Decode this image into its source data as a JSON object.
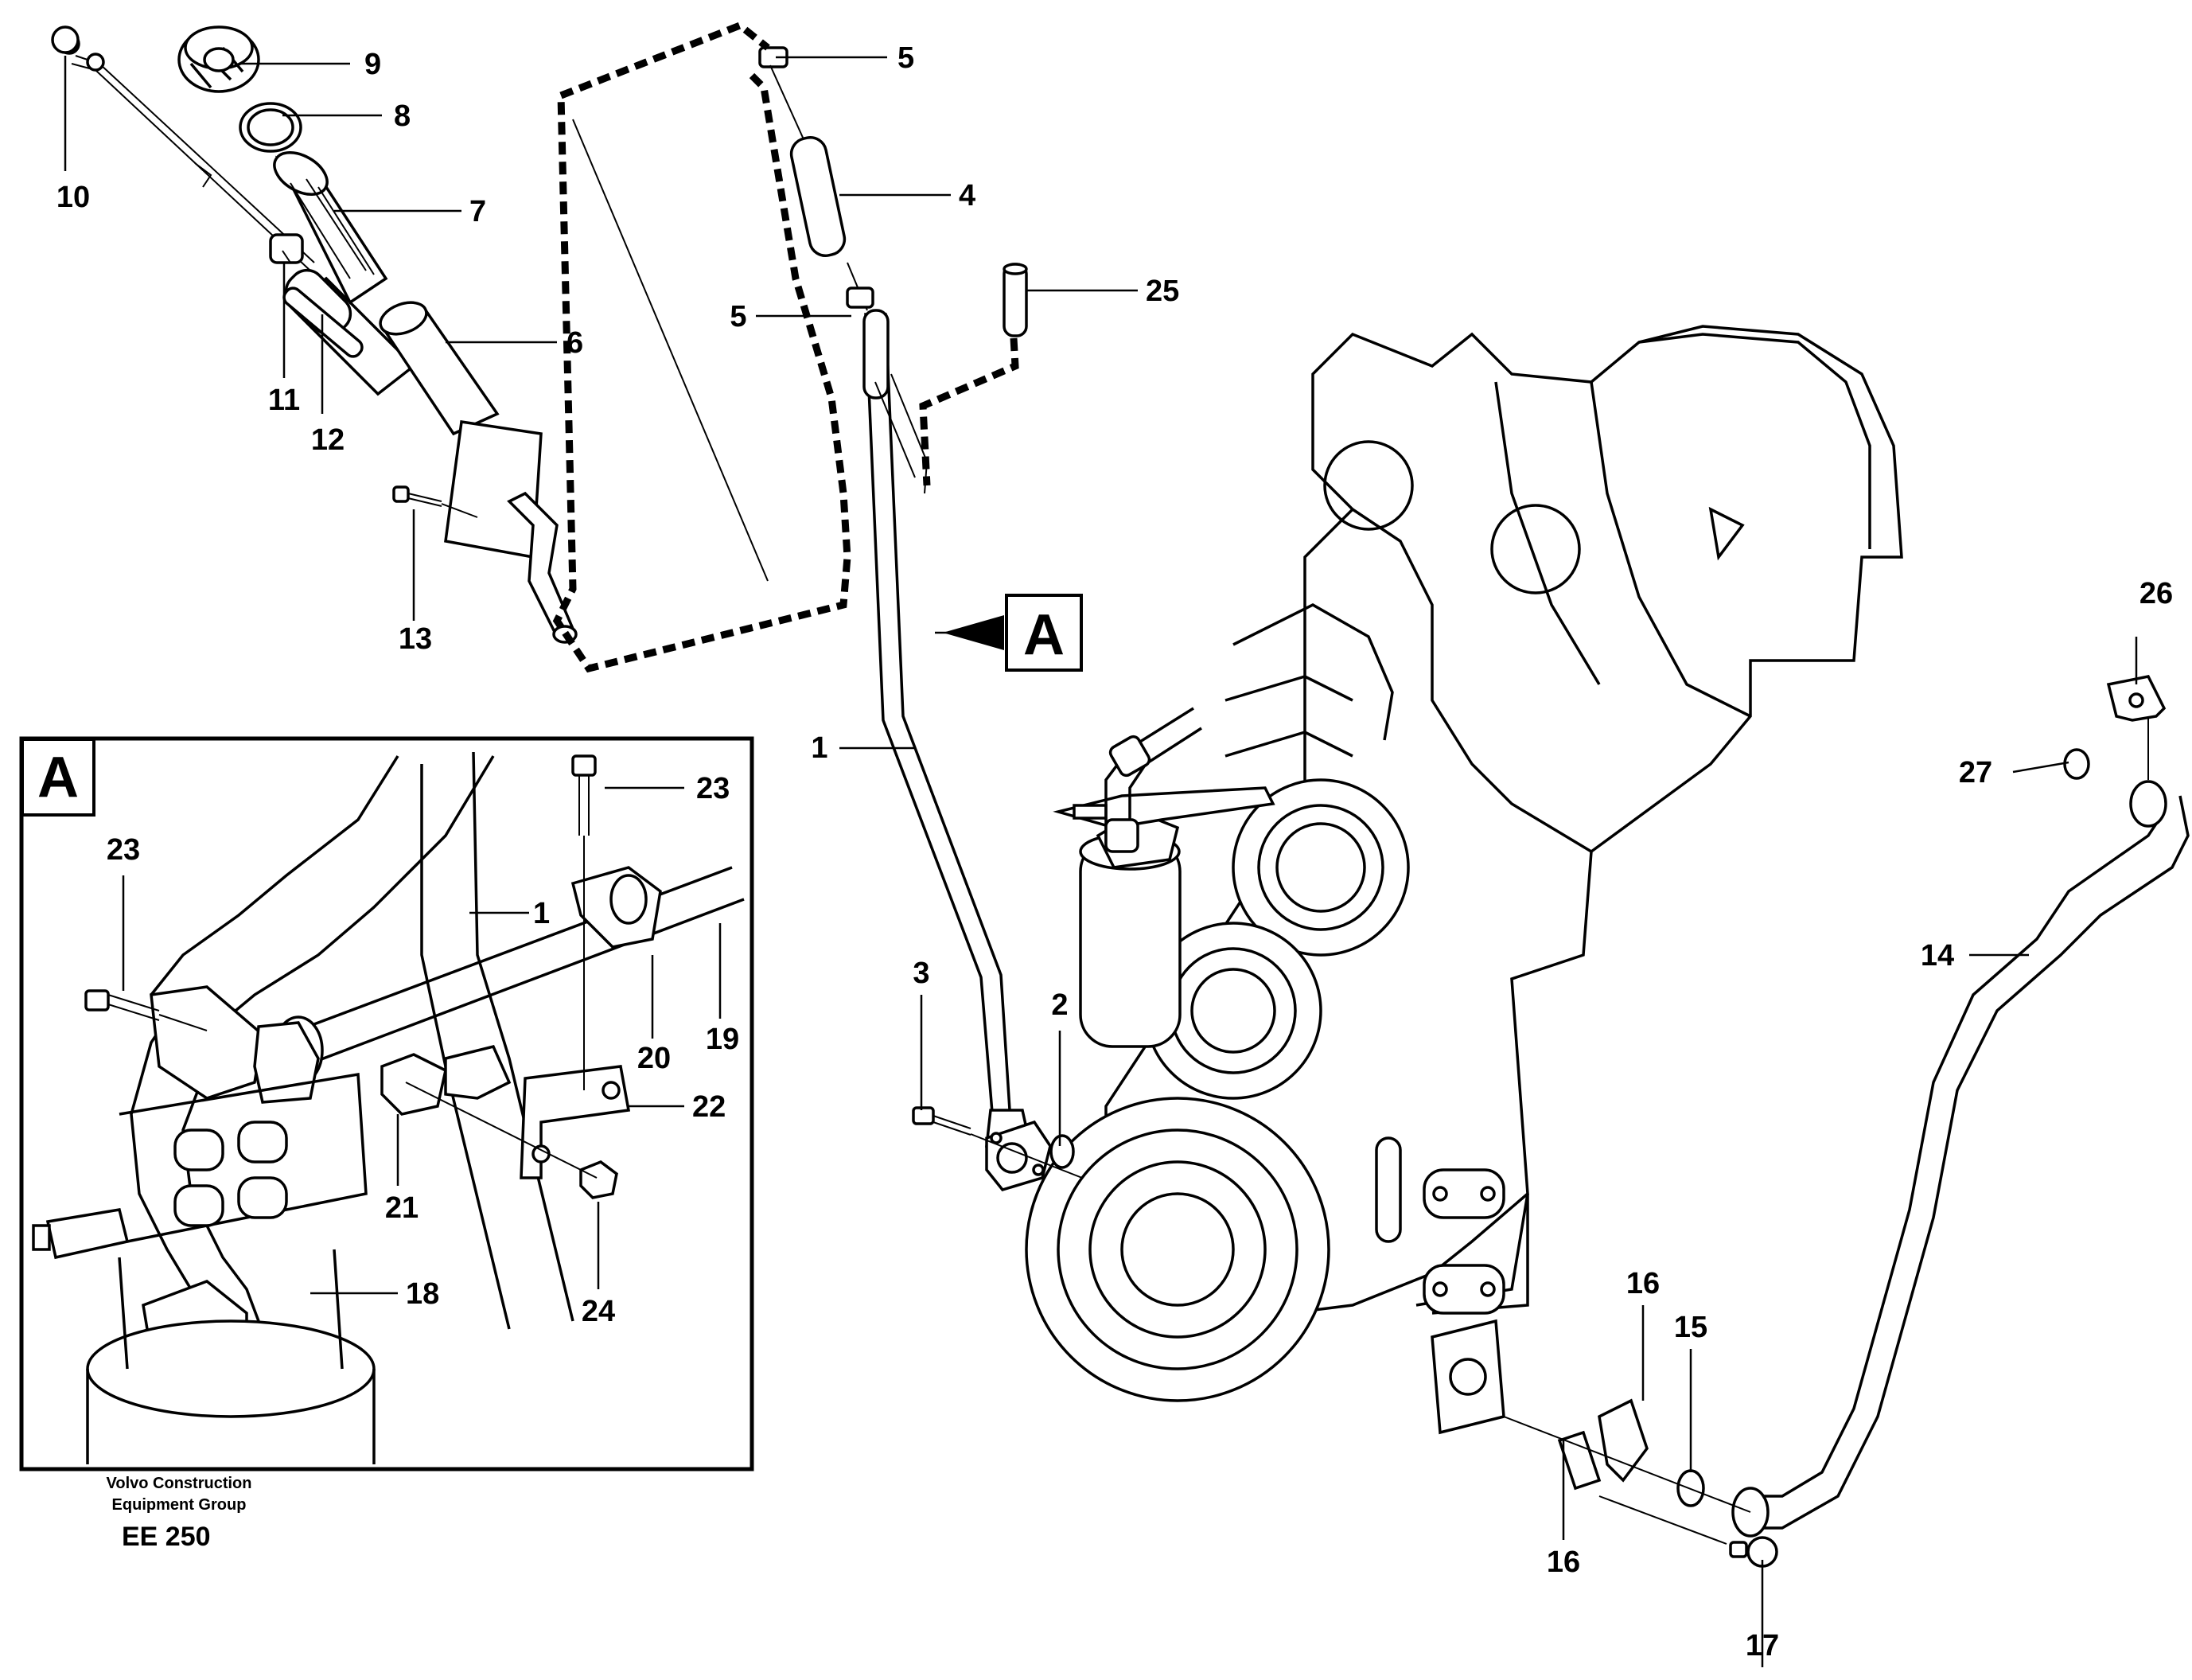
{
  "callouts": [
    {
      "id": "c1",
      "text": "1"
    },
    {
      "id": "c2",
      "text": "2"
    },
    {
      "id": "c3",
      "text": "3"
    },
    {
      "id": "c4",
      "text": "4"
    },
    {
      "id": "c5a",
      "text": "5"
    },
    {
      "id": "c5b",
      "text": "5"
    },
    {
      "id": "c6",
      "text": "6"
    },
    {
      "id": "c7",
      "text": "7"
    },
    {
      "id": "c8",
      "text": "8"
    },
    {
      "id": "c9",
      "text": "9"
    },
    {
      "id": "c10",
      "text": "10"
    },
    {
      "id": "c11",
      "text": "11"
    },
    {
      "id": "c12",
      "text": "12"
    },
    {
      "id": "c13",
      "text": "13"
    },
    {
      "id": "c14",
      "text": "14"
    },
    {
      "id": "c15",
      "text": "15"
    },
    {
      "id": "c16a",
      "text": "16"
    },
    {
      "id": "c16b",
      "text": "16"
    },
    {
      "id": "c17",
      "text": "17"
    },
    {
      "id": "c25",
      "text": "25"
    },
    {
      "id": "c26",
      "text": "26"
    },
    {
      "id": "c27",
      "text": "27"
    }
  ],
  "view_marker": {
    "text": "A"
  },
  "inset": {
    "letter": "A",
    "callouts": [
      {
        "id": "i1",
        "text": "1"
      },
      {
        "id": "i18",
        "text": "18"
      },
      {
        "id": "i19",
        "text": "19"
      },
      {
        "id": "i20",
        "text": "20"
      },
      {
        "id": "i21",
        "text": "21"
      },
      {
        "id": "i22",
        "text": "22"
      },
      {
        "id": "i23a",
        "text": "23"
      },
      {
        "id": "i23b",
        "text": "23"
      },
      {
        "id": "i24",
        "text": "24"
      }
    ]
  },
  "footer": {
    "credit_line1": "Volvo Construction",
    "credit_line2": "Equipment Group",
    "drawing_code": "EE 250"
  }
}
